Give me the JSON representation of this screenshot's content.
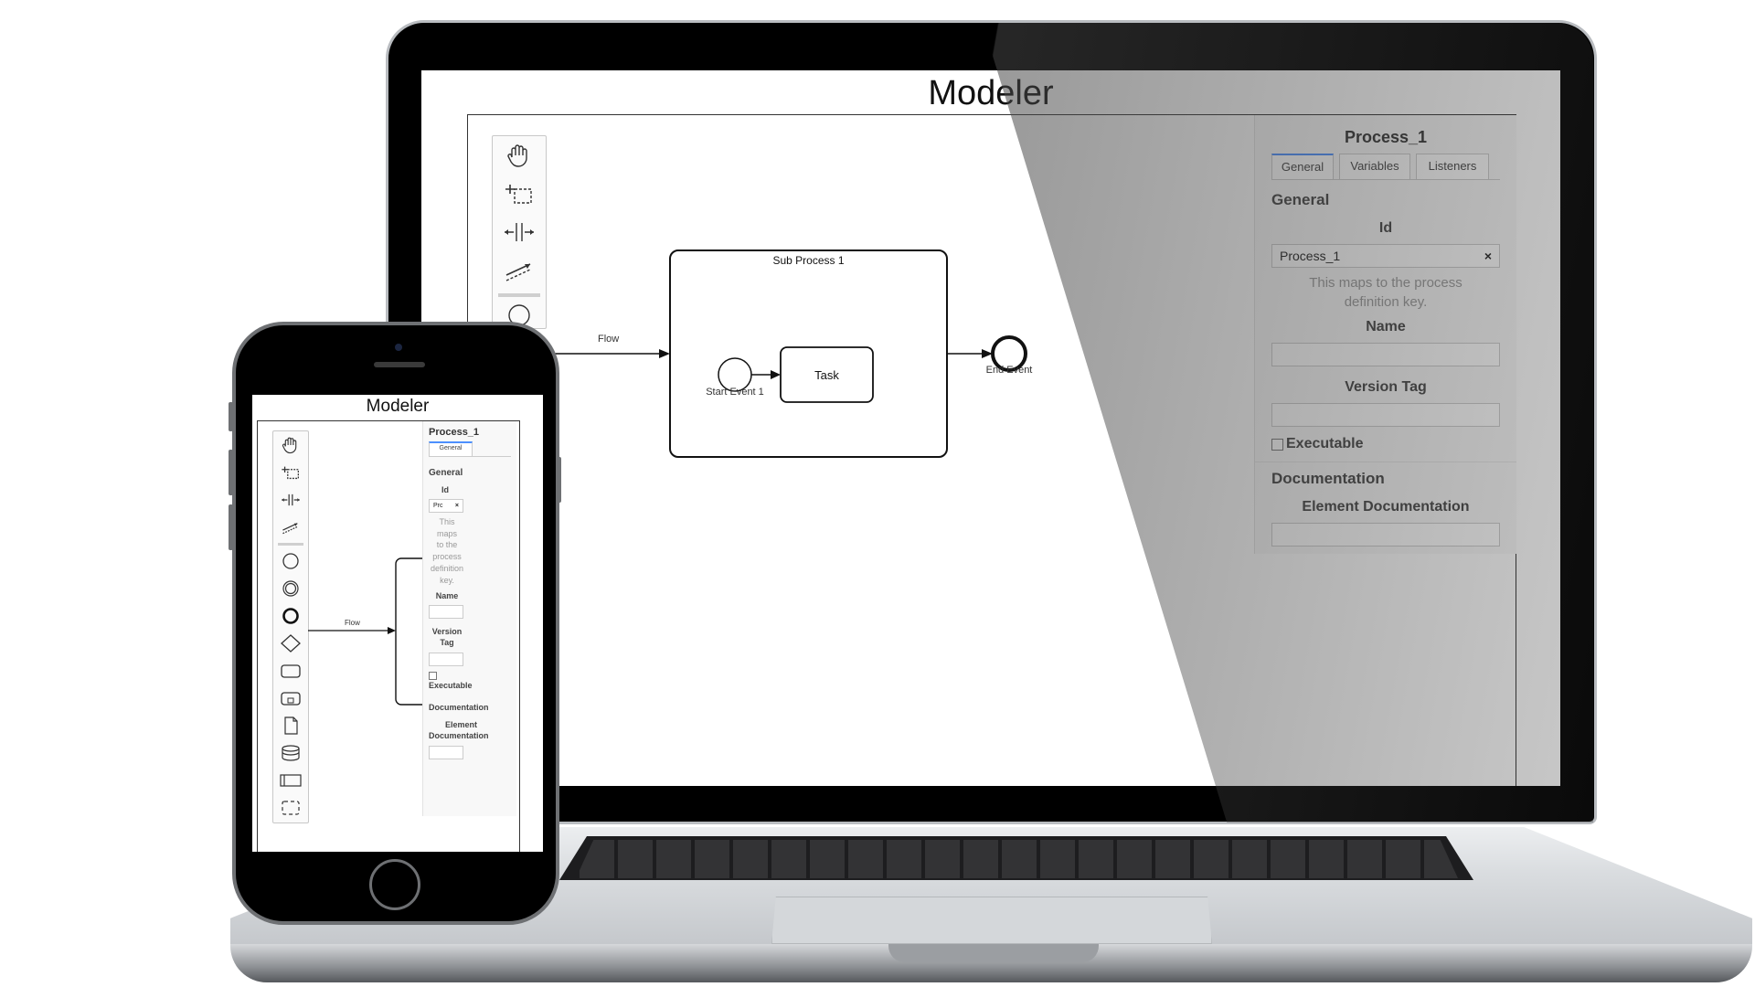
{
  "app": {
    "title": "Modeler"
  },
  "properties": {
    "title": "Process_1",
    "tabs": [
      "General",
      "Variables",
      "Listeners"
    ],
    "active_tab": "General",
    "general_section": "General",
    "id_label": "Id",
    "id_value": "Process_1",
    "id_value_short": "Prc",
    "clear_symbol": "×",
    "id_hint": "This maps to the process definition key.",
    "id_hint_lines": [
      "This",
      "maps",
      "to the",
      "process",
      "definition",
      "key."
    ],
    "name_label": "Name",
    "name_value": "",
    "version_tag_label": "Version Tag",
    "version_tag_lines": [
      "Version",
      "Tag"
    ],
    "version_tag_value": "",
    "executable_label": "Executable",
    "documentation_section": "Documentation",
    "element_documentation_label": "Element Documentation",
    "element_documentation_lines": [
      "Element",
      "Documentation"
    ],
    "element_documentation_value": ""
  },
  "palette": {
    "tools": [
      "hand-tool-icon",
      "lasso-tool-icon",
      "space-tool-icon",
      "global-connect-icon"
    ],
    "shapes": [
      "start-event-icon",
      "intermediate-event-icon",
      "end-event-icon",
      "gateway-icon",
      "task-icon",
      "subprocess-icon",
      "data-object-icon",
      "data-store-icon",
      "pool-icon",
      "group-icon"
    ]
  },
  "diagram": {
    "subprocess_label": "Sub Process 1",
    "start_event_label": "Start Event 1",
    "task_label": "Task",
    "end_event_label": "End Event",
    "flow_label": "Flow"
  },
  "colors": {
    "accent": "#4d90fe",
    "laptop_bezel": "#000000",
    "aluminium": "#c5c8cc"
  }
}
